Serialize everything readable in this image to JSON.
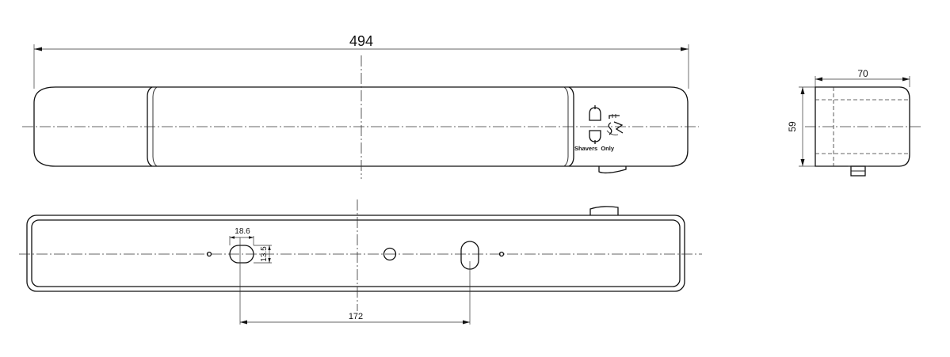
{
  "dimensions": {
    "overall_length": "494",
    "depth": "70",
    "height": "59",
    "slot_width": "18.6",
    "slot_height": "13.5",
    "hole_spacing": "172"
  },
  "front_view": {
    "socket_label": "Shavers  Only"
  },
  "icons": {
    "socket_pins": "socket-outlet-icon",
    "shaver": "shaver-symbol-icon"
  }
}
